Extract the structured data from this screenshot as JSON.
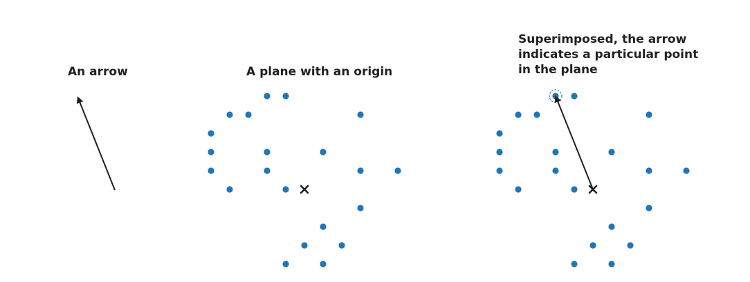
{
  "captions": {
    "arrow_panel": "An arrow",
    "plane_panel": "A plane with an origin",
    "superimposed_panel": "Superimposed, the arrow\nindicates a particular point\nin the plane"
  },
  "colors": {
    "point": "#2176b5",
    "ink": "#231f20",
    "highlight_ring": "#2176b5"
  },
  "symbols": {
    "origin": "x-mark",
    "vector": "arrow",
    "target_marker": "dashed-circle"
  },
  "plane": {
    "points": [
      [
        -2,
        5
      ],
      [
        -1,
        5
      ],
      [
        -4,
        4
      ],
      [
        -3,
        4
      ],
      [
        3,
        4
      ],
      [
        -5,
        3
      ],
      [
        -5,
        2
      ],
      [
        -2,
        2
      ],
      [
        1,
        2
      ],
      [
        -5,
        1
      ],
      [
        -2,
        1
      ],
      [
        3,
        1
      ],
      [
        5,
        1
      ],
      [
        -4,
        0
      ],
      [
        -1,
        0
      ],
      [
        3,
        -1
      ],
      [
        1,
        -2
      ],
      [
        0,
        -3
      ],
      [
        2,
        -3
      ],
      [
        -1,
        -4
      ],
      [
        1,
        -4
      ]
    ],
    "origin": [
      0,
      0
    ],
    "highlighted_point": [
      -2,
      5
    ]
  }
}
